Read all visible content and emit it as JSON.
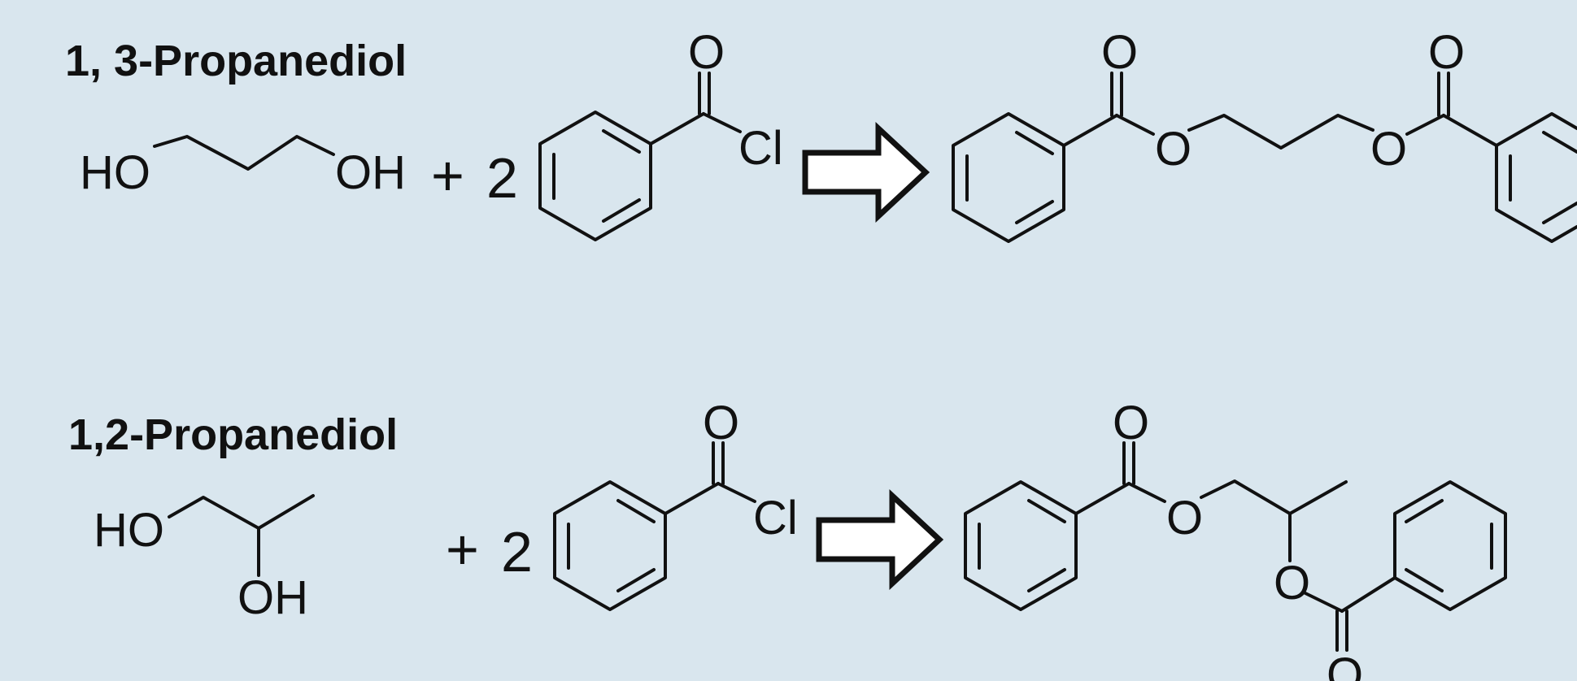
{
  "reactions": [
    {
      "title": "1, 3-Propanediol",
      "diol_labels": [
        "HO",
        "OH"
      ],
      "plus": "+",
      "coefficient": "2",
      "acyl_labels": [
        "O",
        "Cl"
      ],
      "product_labels": [
        "O",
        "O",
        "O",
        "O"
      ]
    },
    {
      "title": "1,2-Propanediol",
      "diol_labels": [
        "HO",
        "OH"
      ],
      "plus": "+",
      "coefficient": "2",
      "acyl_labels": [
        "O",
        "Cl"
      ],
      "product_labels": [
        "O",
        "O",
        "O",
        "O"
      ]
    }
  ],
  "colors": {
    "background": "#d9e6ee",
    "ink": "#111111",
    "arrow_fill": "#ffffff"
  }
}
